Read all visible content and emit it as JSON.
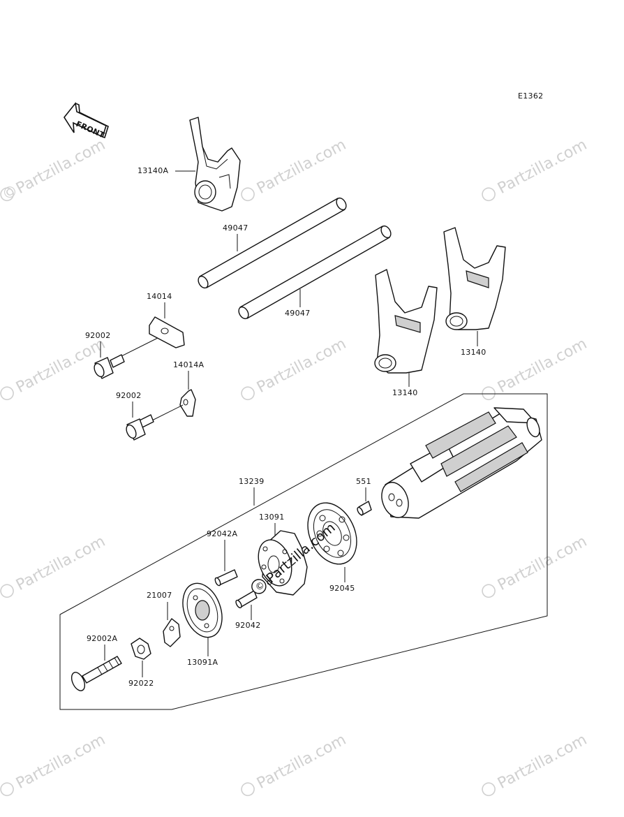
{
  "diagram_code": "E1362",
  "front_label": "FRONT",
  "watermark_text": "Partzilla.com",
  "watermark_symbol": "©",
  "center_watermark_text": "Partzilla.com",
  "parts": {
    "fork_13140A": "13140A",
    "shaft_upper": "49047",
    "shaft_lower": "49047",
    "plate_14014": "14014",
    "plate_14014A": "14014A",
    "bolt_92002_top": "92002",
    "bolt_92002_bottom": "92002",
    "fork_13140_right": "13140",
    "fork_13140_center": "13140",
    "drum_13239": "13239",
    "pin_551": "551",
    "holder_13091": "13091",
    "bearing_92045": "92045",
    "pin_92042A": "92042A",
    "pin_92042": "92042",
    "stopper_21007": "21007",
    "plate_13091A": "13091A",
    "bolt_92002A": "92002A",
    "nut_92022": "92022"
  },
  "colors": {
    "line": "#111111",
    "shade": "#cfcfcf",
    "watermark": "#d0d0d0"
  }
}
